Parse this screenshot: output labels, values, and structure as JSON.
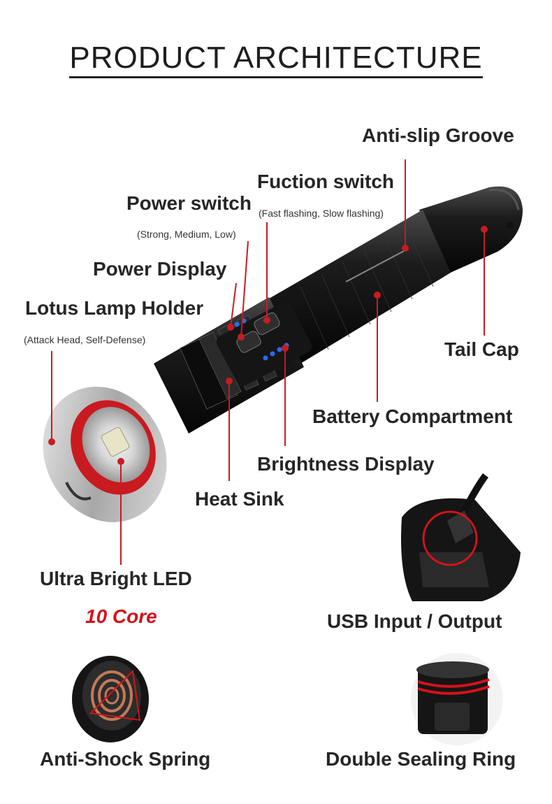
{
  "title": "PRODUCT ARCHITECTURE",
  "labels": {
    "anti_slip": "Anti-slip Groove",
    "fuction_switch": "Fuction switch",
    "fuction_switch_sub": "(Fast flashing, Slow flashing)",
    "power_switch": "Power switch",
    "power_switch_sub": "(Strong, Medium, Low)",
    "power_display": "Power Display",
    "lotus": "Lotus Lamp Holder",
    "lotus_sub": "(Attack Head, Self-Defense)",
    "tail_cap": "Tail Cap",
    "battery": "Battery Compartment",
    "brightness": "Brightness Display",
    "heat_sink": "Heat Sink",
    "led": "Ultra Bright LED",
    "led_core": "10 Core",
    "usb": "USB Input / Output",
    "spring": "Anti-Shock Spring",
    "sealing": "Double Sealing Ring"
  },
  "colors": {
    "accent": "#d4121a",
    "indicator": "#2a6cf0",
    "body": "#1a1a1a"
  }
}
